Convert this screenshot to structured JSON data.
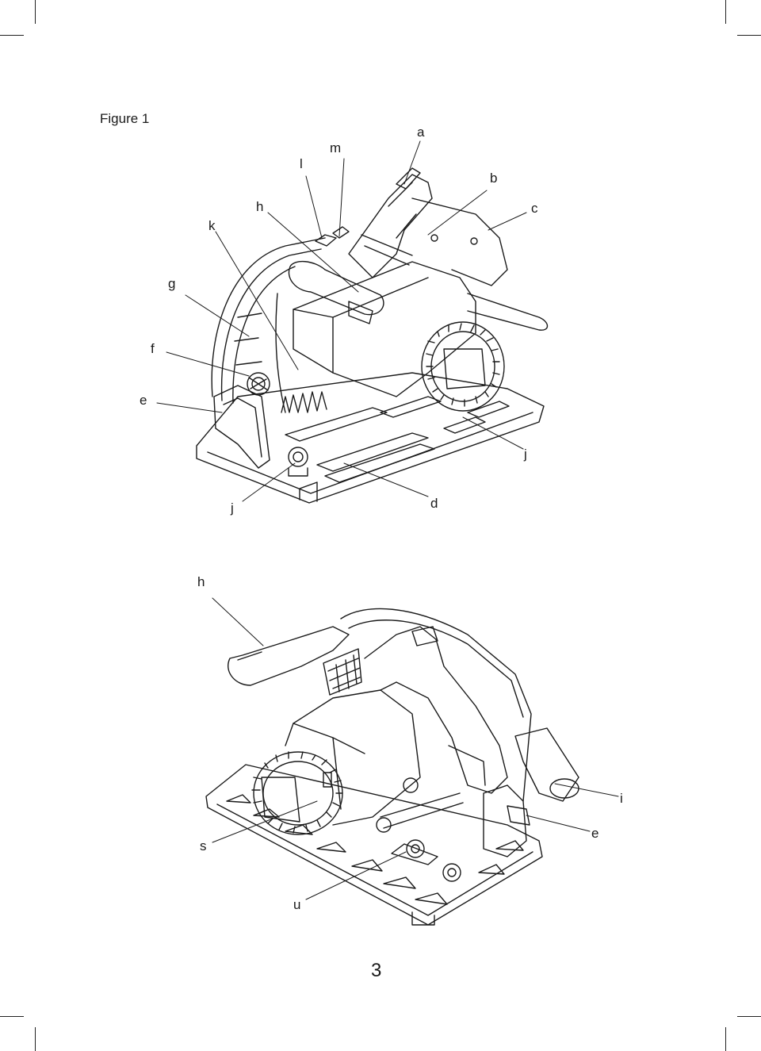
{
  "figure": {
    "title": "Figure 1",
    "top_view_labels": {
      "a": "a",
      "b": "b",
      "c": "c",
      "d": "d",
      "e": "e",
      "f": "f",
      "g": "g",
      "h": "h",
      "j1": "j",
      "j2": "j",
      "k": "k",
      "l": "l",
      "m": "m"
    },
    "bottom_view_labels": {
      "h": "h",
      "i": "i",
      "e": "e",
      "s": "s",
      "u": "u"
    }
  },
  "page_number": "3"
}
